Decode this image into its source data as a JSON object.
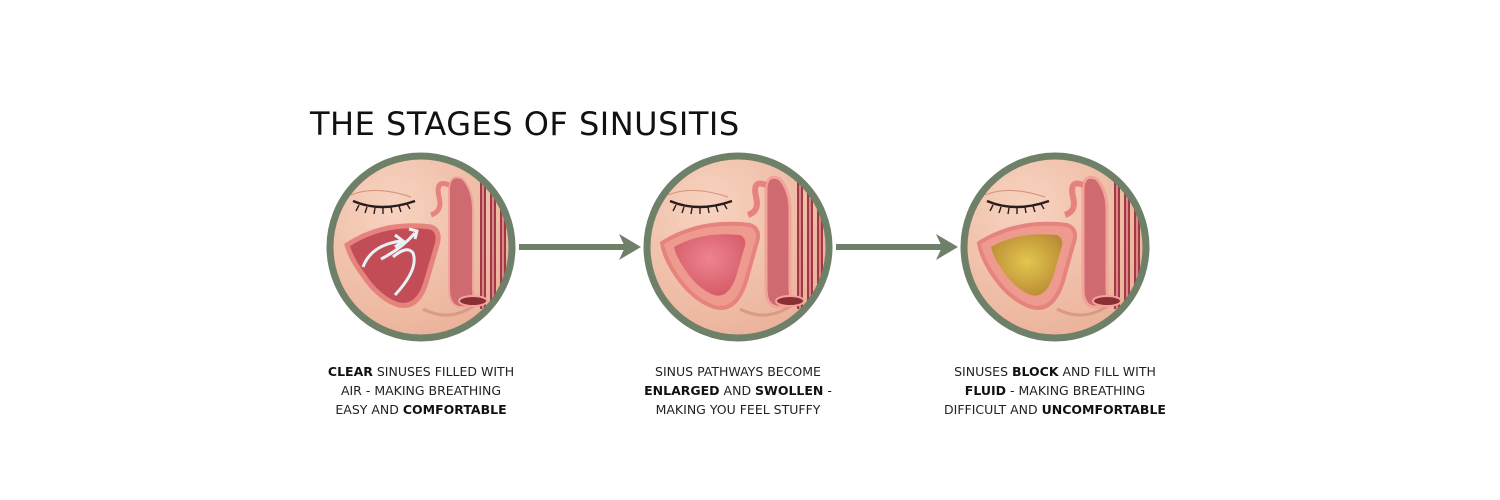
{
  "title": "THE STAGES OF SINUSITIS",
  "colors": {
    "ring": "#6f8069",
    "arrow": "#6f8069",
    "skin": "#f2c3ad",
    "skin_shadow": "#e7a88f",
    "sinus_wall": "#e6837e",
    "sinus_clear": "#c24d57",
    "sinus_swollen": "#e36d78",
    "sinus_fluid": "#d8b24a",
    "nasal_dark": "#a03944",
    "air_arrow": "#e9f1f4"
  },
  "stages": [
    {
      "condition": "clear",
      "icon": "air-flow-arrows-icon",
      "caption": [
        [
          {
            "text": "CLEAR",
            "bold": true
          },
          {
            "text": " SINUSES FILLED WITH",
            "bold": false
          }
        ],
        [
          {
            "text": "AIR - MAKING BREATHING",
            "bold": false
          }
        ],
        [
          {
            "text": "EASY AND ",
            "bold": false
          },
          {
            "text": "COMFORTABLE",
            "bold": true
          }
        ]
      ]
    },
    {
      "condition": "swollen",
      "icon": "swollen-sinus-icon",
      "caption": [
        [
          {
            "text": "SINUS PATHWAYS BECOME",
            "bold": false
          }
        ],
        [
          {
            "text": "ENLARGED",
            "bold": true
          },
          {
            "text": " AND ",
            "bold": false
          },
          {
            "text": "SWOLLEN",
            "bold": true
          },
          {
            "text": " -",
            "bold": false
          }
        ],
        [
          {
            "text": "MAKING YOU FEEL STUFFY",
            "bold": false
          }
        ]
      ]
    },
    {
      "condition": "fluid",
      "icon": "fluid-filled-sinus-icon",
      "caption": [
        [
          {
            "text": "SINUSES ",
            "bold": false
          },
          {
            "text": "BLOCK",
            "bold": true
          },
          {
            "text": " AND FILL WITH",
            "bold": false
          }
        ],
        [
          {
            "text": "FLUID",
            "bold": true
          },
          {
            "text": " - MAKING BREATHING",
            "bold": false
          }
        ],
        [
          {
            "text": "DIFFICULT AND ",
            "bold": false
          },
          {
            "text": "UNCOMFORTABLE",
            "bold": true
          }
        ]
      ]
    }
  ]
}
